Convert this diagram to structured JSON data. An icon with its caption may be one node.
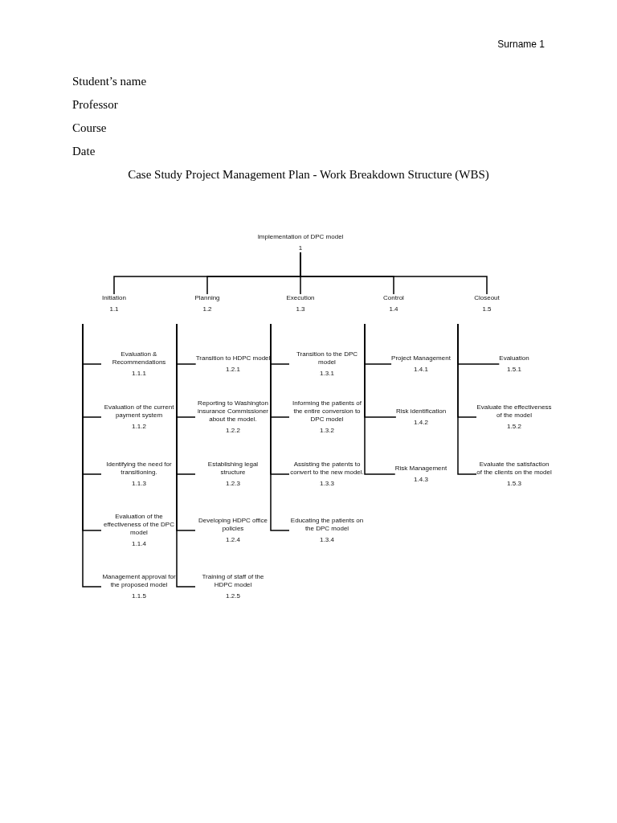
{
  "diagram": {
    "title": "Case Study Project Management Plan - Work Breakdown Structure (WBS)",
    "nodes": [
      {
        "text": [
          "Implementation of DPC model",
          "1"
        ]
      },
      {
        "text": [
          "Initiation",
          "1.1"
        ]
      },
      {
        "text": [
          "Planning",
          "1.2"
        ]
      },
      {
        "text": [
          "Execution",
          "1.3"
        ]
      },
      {
        "text": [
          "Control",
          "1.4"
        ]
      },
      {
        "text": [
          "Closeout",
          "1.5"
        ]
      },
      {
        "text": [
          "Evaluation & Recommendations",
          "1.1.1"
        ]
      },
      {
        "text": [
          "Evaluation of the current payment system",
          "1.1.2"
        ]
      },
      {
        "text": [
          "Identifying the need for transitioning.",
          "1.1.3"
        ]
      },
      {
        "text": [
          "Evaluation of the effectiveness of the DPC model",
          "1.1.4"
        ]
      },
      {
        "text": [
          "Management approval for the proposed model",
          "1.1.5"
        ]
      },
      {
        "text": [
          "Transition to HDPC model",
          "1.2.1"
        ]
      },
      {
        "text": [
          "Reporting to Washington insurance Commissioner about the model.",
          "1.2.2"
        ]
      },
      {
        "text": [
          "Establishing legal structure",
          "1.2.3"
        ]
      },
      {
        "text": [
          "Developing HDPC office policies",
          "1.2.4"
        ]
      },
      {
        "text": [
          "Training of staff of the HDPC model",
          "1.2.5"
        ]
      },
      {
        "text": [
          "Transition to the DPC model",
          "1.3.1"
        ]
      },
      {
        "text": [
          "Informing the patients of the entire conversion to DPC model",
          "1.3.2"
        ]
      },
      {
        "text": [
          "Assisting the patents to convert to the new model.",
          "1.3.3"
        ]
      },
      {
        "text": [
          "Educating the patients on the DPC model",
          "1.3.4"
        ]
      },
      {
        "text": [
          "Project Management",
          "1.4.1"
        ]
      },
      {
        "text": [
          "Risk identification",
          "1.4.2"
        ]
      },
      {
        "text": [
          "Risk Management",
          "1.4.3"
        ]
      },
      {
        "text": [
          "Evaluation",
          "1.5.1"
        ]
      },
      {
        "text": [
          "Evaluate the effectiveness of the model",
          "1.5.2"
        ]
      },
      {
        "text": [
          "Evaluate the satisfaction of the clients on the model",
          "1.5.3"
        ]
      }
    ],
    "edges": [
      {
        "from": 0,
        "to": 1,
        "arrow": "none"
      },
      {
        "from": 0,
        "to": 2,
        "arrow": "none"
      },
      {
        "from": 0,
        "to": 3,
        "arrow": "none"
      },
      {
        "from": 0,
        "to": 4,
        "arrow": "none"
      },
      {
        "from": 0,
        "to": 5,
        "arrow": "none"
      },
      {
        "from": 1,
        "to": 6,
        "arrow": "none"
      },
      {
        "from": 1,
        "to": 7,
        "arrow": "none"
      },
      {
        "from": 1,
        "to": 8,
        "arrow": "none"
      },
      {
        "from": 1,
        "to": 9,
        "arrow": "none"
      },
      {
        "from": 1,
        "to": 10,
        "arrow": "none"
      },
      {
        "from": 2,
        "to": 11,
        "arrow": "none"
      },
      {
        "from": 2,
        "to": 12,
        "arrow": "none"
      },
      {
        "from": 2,
        "to": 13,
        "arrow": "none"
      },
      {
        "from": 2,
        "to": 14,
        "arrow": "none"
      },
      {
        "from": 2,
        "to": 15,
        "arrow": "none"
      },
      {
        "from": 3,
        "to": 16,
        "arrow": "none"
      },
      {
        "from": 3,
        "to": 17,
        "arrow": "none"
      },
      {
        "from": 3,
        "to": 18,
        "arrow": "none"
      },
      {
        "from": 3,
        "to": 19,
        "arrow": "none"
      },
      {
        "from": 4,
        "to": 20,
        "arrow": "none"
      },
      {
        "from": 4,
        "to": 21,
        "arrow": "none"
      },
      {
        "from": 4,
        "to": 22,
        "arrow": "none"
      },
      {
        "from": 5,
        "to": 23,
        "arrow": "none"
      },
      {
        "from": 5,
        "to": 24,
        "arrow": "none"
      },
      {
        "from": 5,
        "to": 25,
        "arrow": "none"
      }
    ],
    "labels": [
      "Surname 1",
      "Student’s name",
      "Professor",
      "Course",
      "Date"
    ]
  }
}
